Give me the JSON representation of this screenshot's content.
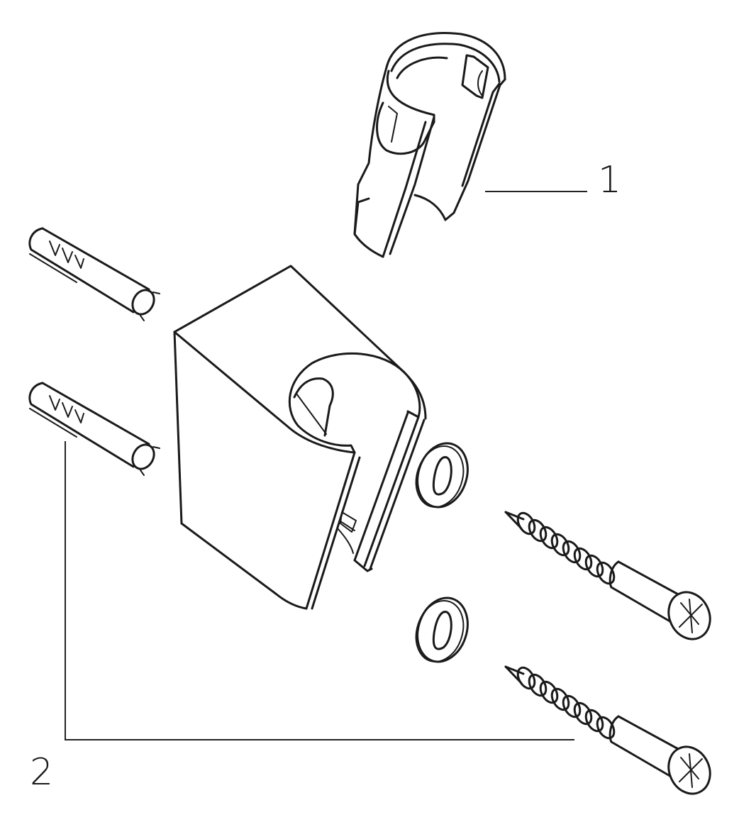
{
  "diagram": {
    "type": "exploded-parts-drawing",
    "style": {
      "line_color": "#1a1a1a",
      "background": "#ffffff"
    },
    "callouts": [
      {
        "id": "1",
        "label": "1",
        "refers_to": [
          "clip-insert"
        ]
      },
      {
        "id": "2",
        "label": "2",
        "refers_to": [
          "wall-plug-1",
          "wall-plug-2",
          "washer-1",
          "washer-2",
          "screw-1",
          "screw-2"
        ]
      }
    ],
    "parts": [
      {
        "name": "clip-insert",
        "icon": "shower-holder-clip-icon"
      },
      {
        "name": "holder-body",
        "icon": "shower-holder-bracket-icon"
      },
      {
        "name": "wall-plug-1",
        "icon": "wall-anchor-icon"
      },
      {
        "name": "wall-plug-2",
        "icon": "wall-anchor-icon"
      },
      {
        "name": "washer-1",
        "icon": "oval-washer-icon"
      },
      {
        "name": "washer-2",
        "icon": "oval-washer-icon"
      },
      {
        "name": "screw-1",
        "icon": "wood-screw-icon"
      },
      {
        "name": "screw-2",
        "icon": "wood-screw-icon"
      }
    ]
  }
}
